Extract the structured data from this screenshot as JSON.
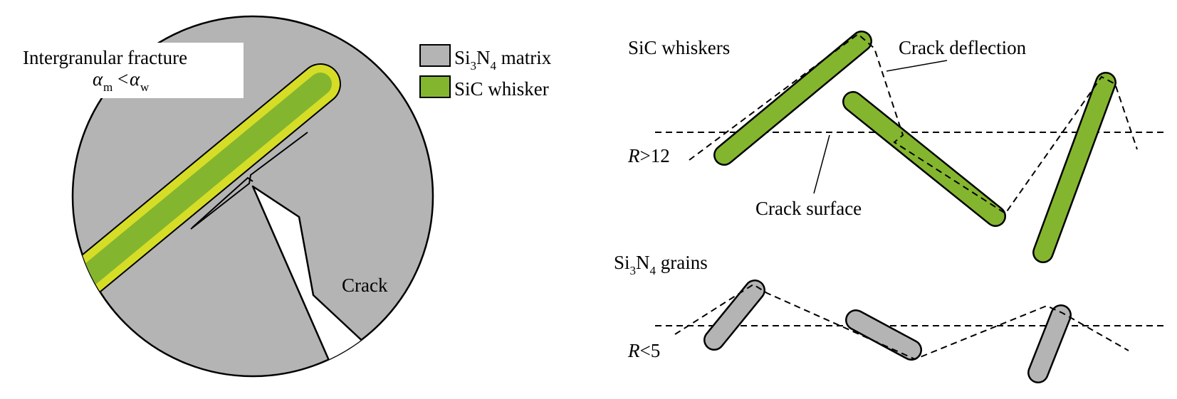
{
  "left_panel": {
    "title_line1": "Intergranular fracture",
    "alpha_symbol": "α",
    "alpha_m_sub": "m",
    "less_than": "<",
    "alpha_w_sub": "w",
    "crack_label": "Crack"
  },
  "legend": {
    "matrix": {
      "si": "Si",
      "sub3": "3",
      "n": "N",
      "sub4": "4",
      "rest": " matrix",
      "color": "#b4b4b4"
    },
    "whisker": {
      "text": "SiC whisker",
      "color": "#84b52f"
    }
  },
  "right_panel": {
    "sic_whiskers_label": "SiC whiskers",
    "crack_deflection_label": "Crack deflection",
    "crack_surface_label": "Crack surface",
    "r_symbol": "R",
    "r_top_value": ">12",
    "r_bottom_value": "<5",
    "grains_label": {
      "si": "Si",
      "sub3": "3",
      "n": "N",
      "sub4": "4",
      "rest": " grains"
    }
  },
  "colors": {
    "matrix_gray": "#b4b4b4",
    "whisker_green": "#84b52f",
    "interface_yellow": "#d6dd27",
    "grain_gray": "#b4b4b4"
  }
}
